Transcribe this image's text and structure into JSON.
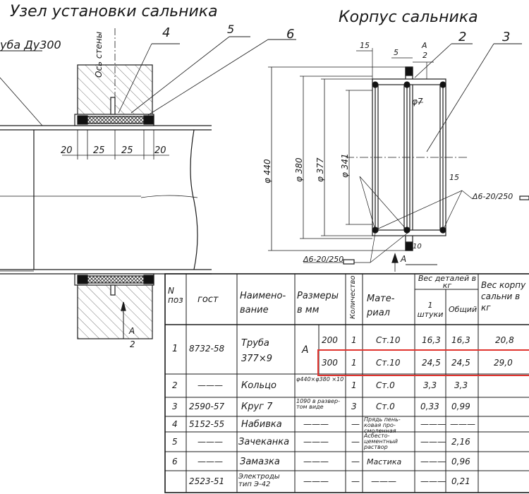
{
  "titles": {
    "assembly": "Узел установки сальника",
    "housing": "Корпус сальника",
    "pipe": "уба Ду300"
  },
  "assembly_labels": {
    "wall_axis": "Ось стены",
    "callout_4": "4",
    "callout_5": "5",
    "callout_6": "6",
    "dim_20a": "20",
    "dim_25a": "25",
    "dim_25b": "25",
    "dim_20b": "20",
    "section_num": "A",
    "section_den": "2"
  },
  "housing_labels": {
    "dim_15": "15",
    "dim_5": "5",
    "sec_num": "A",
    "sec_den": "2",
    "callout_2": "2",
    "callout_3": "3",
    "dia_7": "φ7",
    "dia_440": "φ 440",
    "dia_380": "φ 380",
    "dia_377": "φ 377",
    "dia_341": "φ 341",
    "dim_15b": "15",
    "dim_10": "10",
    "section_a": "A",
    "weld_left": "Δ6-20/250",
    "weld_right": "Δ6-20/250"
  },
  "table": {
    "headers": {
      "pos": "N поз",
      "gost": "гост",
      "name": "Наимено- вание",
      "sizes": "Размеры в мм",
      "qty": "Количество",
      "material": "Мате- риал",
      "weight_details": "Вес деталей в кг",
      "weight_one": "1 штуки",
      "weight_total": "Общий",
      "weight_housing": "Вес корпу сальни в кг"
    },
    "rows": [
      {
        "pos": "1",
        "gost": "8732-58",
        "name": "Труба 377×9",
        "size_a": "A",
        "size_b": "200",
        "qty": "1",
        "material": "Ст.10",
        "w1": "16,3",
        "wt": "16,3",
        "wh": "20,8"
      },
      {
        "pos": "",
        "gost": "",
        "name": "",
        "size_a": "",
        "size_b": "300",
        "qty": "1",
        "material": "Ст.10",
        "w1": "24,5",
        "wt": "24,5",
        "wh": "29,0"
      },
      {
        "pos": "2",
        "gost": "———",
        "name": "Кольцо",
        "size_a": "φ440×φ380 ×10",
        "size_b": "",
        "qty": "1",
        "material": "Ст.0",
        "w1": "3,3",
        "wt": "3,3",
        "wh": ""
      },
      {
        "pos": "3",
        "gost": "2590-57",
        "name": "Круг 7",
        "size_a": "1090 в развер- том виде",
        "size_b": "",
        "qty": "3",
        "material": "Ст.0",
        "w1": "0,33",
        "wt": "0,99",
        "wh": ""
      },
      {
        "pos": "4",
        "gost": "5152-55",
        "name": "Набивка",
        "size_a": "———",
        "size_b": "",
        "qty": "—",
        "material": "Прядь пень- ковая про- смоленная",
        "w1": "———",
        "wt": "———",
        "wh": ""
      },
      {
        "pos": "5",
        "gost": "———",
        "name": "Зачеканка",
        "size_a": "———",
        "size_b": "",
        "qty": "—",
        "material": "Асбесто- цементный раствор",
        "w1": "———",
        "wt": "2,16",
        "wh": ""
      },
      {
        "pos": "6",
        "gost": "———",
        "name": "Замазка",
        "size_a": "———",
        "size_b": "",
        "qty": "—",
        "material": "Мастика",
        "w1": "———",
        "wt": "0,96",
        "wh": ""
      },
      {
        "pos": "",
        "gost": "2523-51",
        "name": "Электроды тип Э-42",
        "size_a": "———",
        "size_b": "",
        "qty": "—",
        "material": "———",
        "w1": "———",
        "wt": "0,21",
        "wh": ""
      }
    ]
  },
  "highlight_color": "#e0342f"
}
